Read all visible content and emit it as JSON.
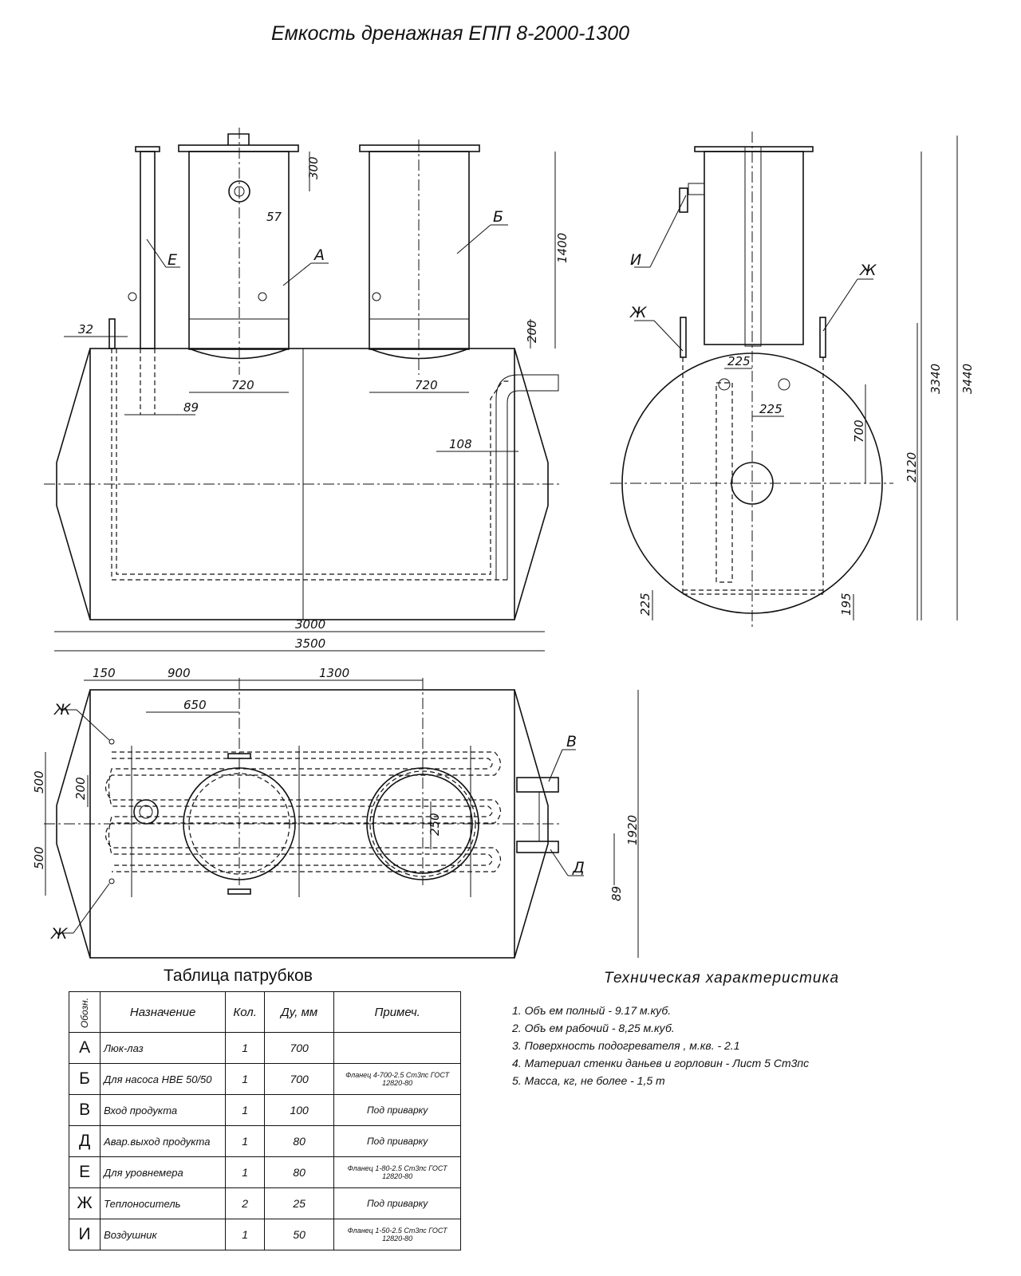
{
  "title": "Емкость дренажная ЕПП 8-2000-1300",
  "side_view": {
    "labels": [
      "Е",
      "А",
      "Б"
    ],
    "dims": {
      "d32": "32",
      "d57": "57",
      "h300": "300",
      "h1400": "1400",
      "h200": "200",
      "d720a": "720",
      "d720b": "720",
      "d89": "89",
      "d108": "108",
      "len3000": "3000",
      "len3500": "3500"
    }
  },
  "end_view": {
    "labels": [
      "И",
      "Ж",
      "Ж"
    ],
    "dims": {
      "d225a": "225",
      "d225b": "225",
      "h700": "700",
      "h3340": "3340",
      "h3440": "3440",
      "h2120": "2120",
      "h225": "225",
      "h195": "195"
    }
  },
  "plan_view": {
    "labels": [
      "Ж",
      "Ж",
      "В",
      "Д"
    ],
    "dims": {
      "d150": "150",
      "d900": "900",
      "d1300": "1300",
      "d650": "650",
      "h500a": "500",
      "h200": "200",
      "h500b": "500",
      "d250": "250",
      "d1920": "1920",
      "d89": "89"
    }
  },
  "table": {
    "title": "Таблица патрубков",
    "headers": {
      "code": "Обозн.",
      "purpose": "Назначение",
      "qty": "Кол.",
      "dn": "Ду, мм",
      "note": "Примеч."
    },
    "rows": [
      {
        "code": "А",
        "purpose": "Люк-лаз",
        "qty": "1",
        "dn": "700",
        "note": ""
      },
      {
        "code": "Б",
        "purpose": "Для насоса НВЕ 50/50",
        "qty": "1",
        "dn": "700",
        "note": "Фланец 4-700-2.5 Ст3пс ГОСТ 12820-80"
      },
      {
        "code": "В",
        "purpose": "Вход продукта",
        "qty": "1",
        "dn": "100",
        "note": "Под приварку"
      },
      {
        "code": "Д",
        "purpose": "Авар.выход продукта",
        "qty": "1",
        "dn": "80",
        "note": "Под приварку"
      },
      {
        "code": "Е",
        "purpose": "Для уровнемера",
        "qty": "1",
        "dn": "80",
        "note": "Фланец 1-80-2.5 Ст3пс ГОСТ 12820-80"
      },
      {
        "code": "Ж",
        "purpose": "Теплоноситель",
        "qty": "2",
        "dn": "25",
        "note": "Под приварку"
      },
      {
        "code": "И",
        "purpose": "Воздушник",
        "qty": "1",
        "dn": "50",
        "note": "Фланец 1-50-2.5 Ст3пс ГОСТ 12820-80"
      }
    ]
  },
  "spec": {
    "title": "Техническая характеристика",
    "items": [
      "1. Объ ем полный - 9.17 м.куб.",
      "2. Объ ем рабочий - 8,25 м.куб.",
      "3. Поверхность подогревателя , м.кв. - 2.1",
      "4. Материал стенки даньев и горловин - Лист 5 Ст3пс",
      "5. Масса, кг, не более - 1,5 т"
    ]
  }
}
